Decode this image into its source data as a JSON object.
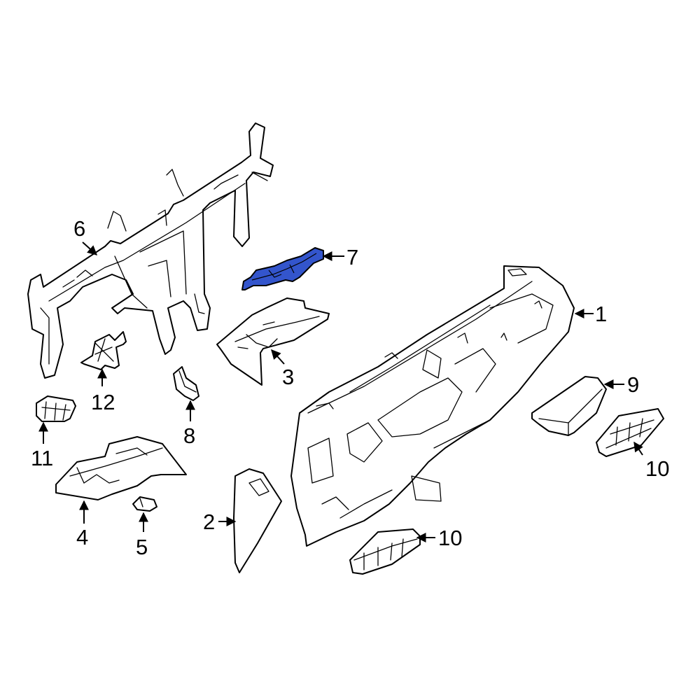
{
  "diagram": {
    "highlight_color": "#3355cc",
    "line_color": "#000000",
    "background": "#ffffff",
    "callouts": [
      {
        "id": "c1",
        "label": "1"
      },
      {
        "id": "c2",
        "label": "2"
      },
      {
        "id": "c3",
        "label": "3"
      },
      {
        "id": "c4",
        "label": "4"
      },
      {
        "id": "c5",
        "label": "5"
      },
      {
        "id": "c6",
        "label": "6"
      },
      {
        "id": "c7",
        "label": "7"
      },
      {
        "id": "c8",
        "label": "8"
      },
      {
        "id": "c9",
        "label": "9"
      },
      {
        "id": "c10a",
        "label": "10"
      },
      {
        "id": "c10b",
        "label": "10"
      },
      {
        "id": "c11",
        "label": "11"
      },
      {
        "id": "c12",
        "label": "12"
      }
    ]
  }
}
